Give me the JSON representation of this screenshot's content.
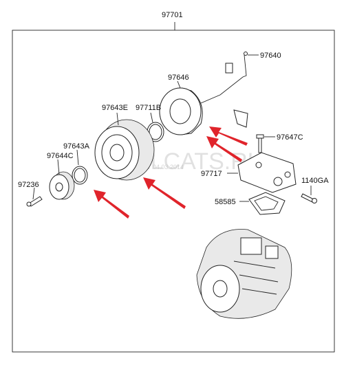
{
  "assembly_label": "97701",
  "parts": [
    {
      "id": "97640",
      "label": "97640"
    },
    {
      "id": "97646",
      "label": "97646"
    },
    {
      "id": "97643E",
      "label": "97643E"
    },
    {
      "id": "97711B",
      "label": "97711B"
    },
    {
      "id": "97647C",
      "label": "97647C"
    },
    {
      "id": "97643A",
      "label": "97643A"
    },
    {
      "id": "97644C",
      "label": "97644C"
    },
    {
      "id": "97717",
      "label": "97717"
    },
    {
      "id": "1140GA",
      "label": "1140GA"
    },
    {
      "id": "97236",
      "label": "97236"
    },
    {
      "id": "58585",
      "label": "58585"
    }
  ],
  "watermark": {
    "text": "ELCATS.RU",
    "date": "04.03.2014"
  },
  "colors": {
    "arrow": "#e0242b",
    "line": "#222222"
  }
}
